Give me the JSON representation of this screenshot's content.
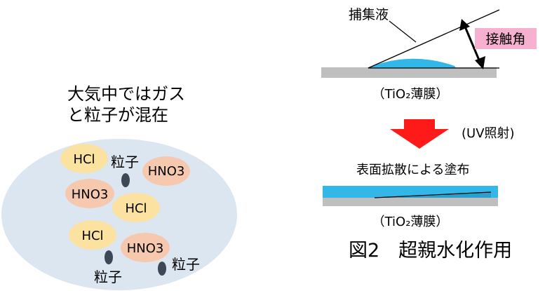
{
  "left": {
    "heading_line1": "大気中ではガス",
    "heading_line2": "と粒子が混在",
    "hcl_1": "HCl",
    "particle_label_1": "粒子",
    "hno3_1": "HNO3",
    "hno3_2": "HNO3",
    "hcl_2": "HCl",
    "hcl_3": "HCl",
    "hno3_3": "HNO3",
    "particle_label_2": "粒子",
    "particle_label_3": "粒子"
  },
  "right": {
    "liquid_label": "捕集液",
    "contact_angle_label": "接触角",
    "film_label_1": "（TiO₂薄膜）",
    "uv_label": "(UV照射)",
    "spread_label": "表面拡散による塗布",
    "film_label_2": "（TiO₂薄膜）",
    "figure_caption": "図2　超親水化作用"
  },
  "colors": {
    "ellipse_bg": "#dce6f1",
    "hcl_fill": "#fbe2a0",
    "hno3_fill": "#f6c8ad",
    "particle_fill": "#3c4855",
    "substrate": "#bfbfbf",
    "liquid": "#33b7e8",
    "pink_label": "#f8b0d0",
    "arrow_red": "#ff1a1a"
  }
}
